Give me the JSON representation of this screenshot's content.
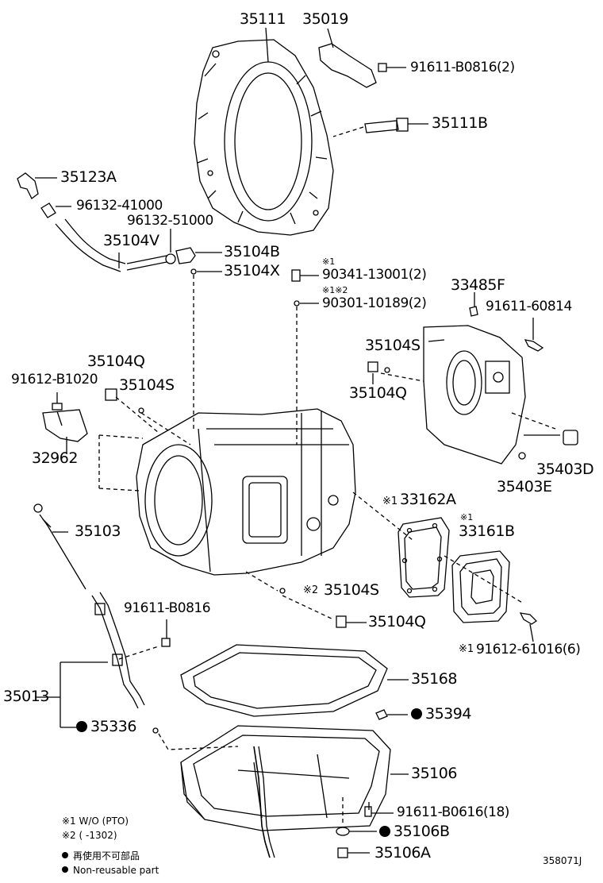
{
  "labels": {
    "p35111": "35111",
    "p35019": "35019",
    "p91611_b0816_2": "91611-B0816(2)",
    "p35111b": "35111B",
    "p35123a": "35123A",
    "p96132_41000": "96132-41000",
    "p96132_51000": "96132-51000",
    "p35104v": "35104V",
    "p35104b": "35104B",
    "p35104x": "35104X",
    "mark_90341": "※1",
    "p90341": "90341-13001(2)",
    "mark_90301": "※1※2",
    "p90301": "90301-10189(2)",
    "p33485f": "33485F",
    "p91611_60814": "91611-60814",
    "p35104q_a": "35104Q",
    "p91612_b1020": "91612-B1020",
    "p35104s_a": "35104S",
    "p35104s_b": "35104S",
    "p35104q_b": "35104Q",
    "p32962": "32962",
    "p35403d": "35403D",
    "p35403e": "35403E",
    "mark_33162a": "※1",
    "p33162a": "33162A",
    "mark_33161b": "※1",
    "p33161b": "33161B",
    "p35103": "35103",
    "mark_35104s": "※2",
    "p35104s_c": "35104S",
    "p91611_b0816": "91611-B0816",
    "p35104q_c": "35104Q",
    "mark_91612": "※1",
    "p91612_61016": "91612-61016(6)",
    "p35013": "35013",
    "p35168": "35168",
    "p35394": "35394",
    "p35336": "35336",
    "p35106": "35106",
    "p91611_b0616": "91611-B0616(18)",
    "p35106b": "35106B",
    "p35106a": "35106A"
  },
  "notes": {
    "n1": "※1 W/O (PTO)",
    "n2": "※2 (    -1302)",
    "n3": "再使用不可部品",
    "n4": "Non-reusable part"
  },
  "diagram_id": "358071J"
}
